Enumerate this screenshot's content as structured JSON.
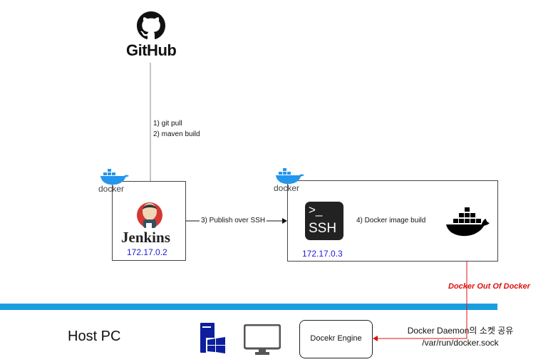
{
  "github": {
    "label": "GitHub",
    "icon": "github-icon"
  },
  "steps": {
    "step1": "1) git pull",
    "step2": "2) maven build",
    "step3": "3) Publish over SSH",
    "step4": "4) Docker image build"
  },
  "container_jenkins": {
    "badge": "docker",
    "app_label": "Jenkins",
    "ip": "172.17.0.2"
  },
  "container_ssh": {
    "badge": "docker",
    "ssh_prompt": ">_",
    "ssh_label": "SSH",
    "ip": "172.17.0.3"
  },
  "dood_label": "Docker Out Of Docker",
  "host": {
    "label": "Host PC",
    "engine_label": "Docekr Engine"
  },
  "socket": {
    "line1": "Docker Daemon의 소켓 공유",
    "line2": "/var/run/docker.sock"
  },
  "colors": {
    "accent_blue": "#1b9ee0",
    "red": "#e01010",
    "ip_blue": "#1a1ad6",
    "docker_blue": "#2496ed"
  }
}
